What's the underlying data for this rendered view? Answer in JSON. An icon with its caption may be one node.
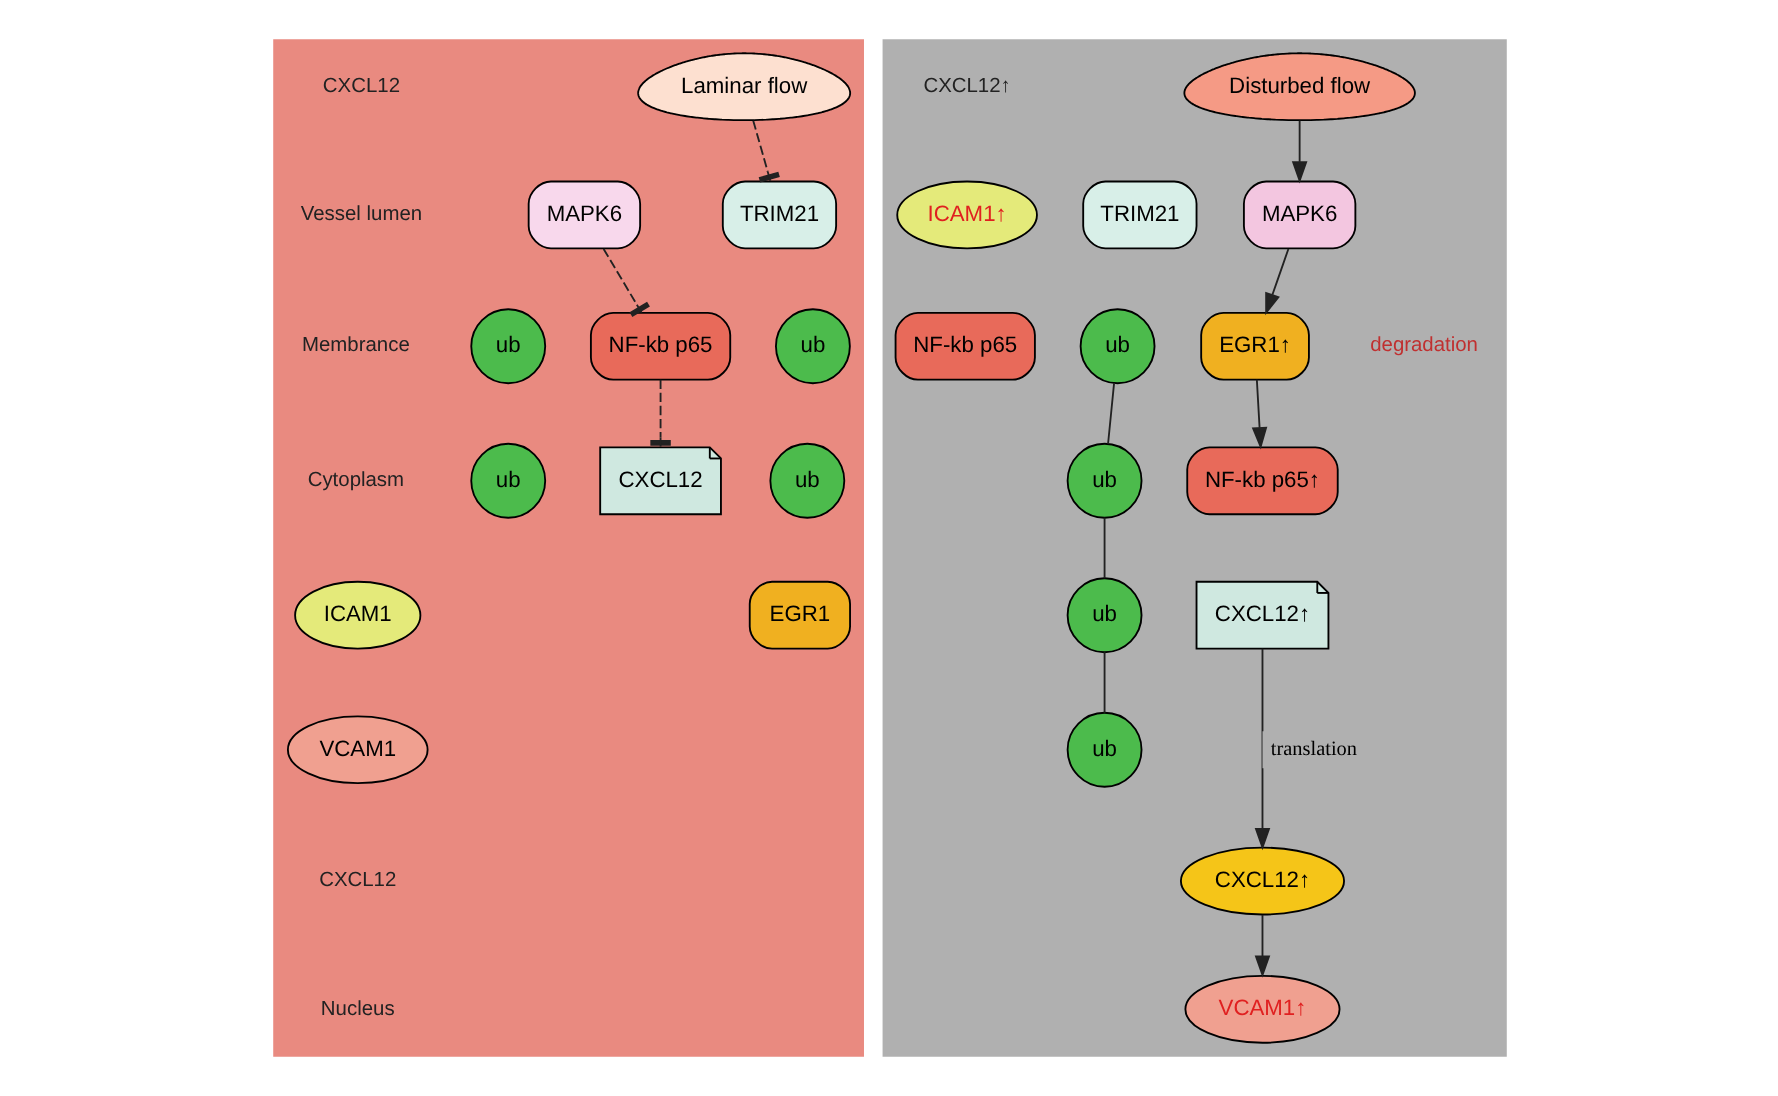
{
  "diagram": {
    "nodes": [
      {
        "text": [],
        "shape": "box"
      },
      {
        "text": [
          "Laminar flow"
        ],
        "in": 0
      },
      {
        "text": [
          "MAPK6"
        ],
        "in": 0
      },
      {
        "text": [
          "TRIM21"
        ],
        "in": 0
      },
      {
        "text": [
          "ub"
        ],
        "in": 0
      },
      {
        "text": [
          "ub"
        ],
        "in": 0
      },
      {
        "text": [
          "ub"
        ],
        "in": 0
      },
      {
        "text": [
          "ub"
        ],
        "in": 0
      },
      {
        "text": [
          "ICAM1"
        ],
        "in": 0
      },
      {
        "text": [
          "VCAM1"
        ],
        "in": 0
      },
      {
        "text": [
          "NF-kb p65"
        ],
        "in": 0
      },
      {
        "text": [
          "EGR1"
        ],
        "in": 0
      },
      {
        "text": [
          "CXCL12"
        ],
        "in": 0
      },
      {
        "text": [],
        "shape": "box"
      },
      {
        "text": [
          "Disturbed flow"
        ],
        "in": 13
      },
      {
        "text": [
          "TRIM21"
        ],
        "in": 13
      },
      {
        "text": [
          "MAPK6"
        ],
        "in": 13
      },
      {
        "text": [
          "ub"
        ],
        "in": 13
      },
      {
        "text": [
          "ub"
        ],
        "in": 13
      },
      {
        "text": [
          "ub"
        ],
        "in": 13
      },
      {
        "text": [
          "ub"
        ],
        "in": 13
      },
      {
        "text": [
          "ICAM1↑"
        ],
        "in": 13
      },
      {
        "text": [
          "VCAM1↑"
        ],
        "in": 13
      },
      {
        "text": [
          "EGR1↑"
        ],
        "in": 13
      },
      {
        "text": [
          "NF-kb p65"
        ],
        "in": 13
      },
      {
        "text": [
          "NF-kb p65↑"
        ],
        "in": 13
      },
      {
        "text": [
          "CXCL12↑"
        ],
        "in": 13
      },
      {
        "text": [
          "CXCL12↑"
        ],
        "in": 13
      }
    ],
    "edges": [
      {
        "from": 1,
        "to": 3,
        "arrow": "other",
        "style": "dashed"
      },
      {
        "from": 2,
        "to": 10,
        "arrow": "other",
        "style": "dashed"
      },
      {
        "from": 10,
        "to": 12,
        "arrow": "other",
        "style": "dashed"
      },
      {
        "from": 14,
        "to": 16,
        "arrow": "to"
      },
      {
        "from": 17,
        "to": 18,
        "arrow": "none"
      },
      {
        "from": 18,
        "to": 19,
        "arrow": "none"
      },
      {
        "from": 19,
        "to": 20,
        "arrow": "none"
      },
      {
        "from": 16,
        "to": 23,
        "arrow": "to"
      },
      {
        "from": 23,
        "to": 25,
        "arrow": "to"
      },
      {
        "from": 26,
        "to": 27,
        "arrow": "to",
        "label": "translation"
      },
      {
        "from": 27,
        "to": 22,
        "arrow": "to"
      }
    ],
    "labels": [
      "CXCL12",
      "Vessel lumen",
      "Membrance",
      "Cytoplasm",
      "CXCL12↑",
      "degradation",
      "CXCL12",
      "Nucleus"
    ]
  }
}
